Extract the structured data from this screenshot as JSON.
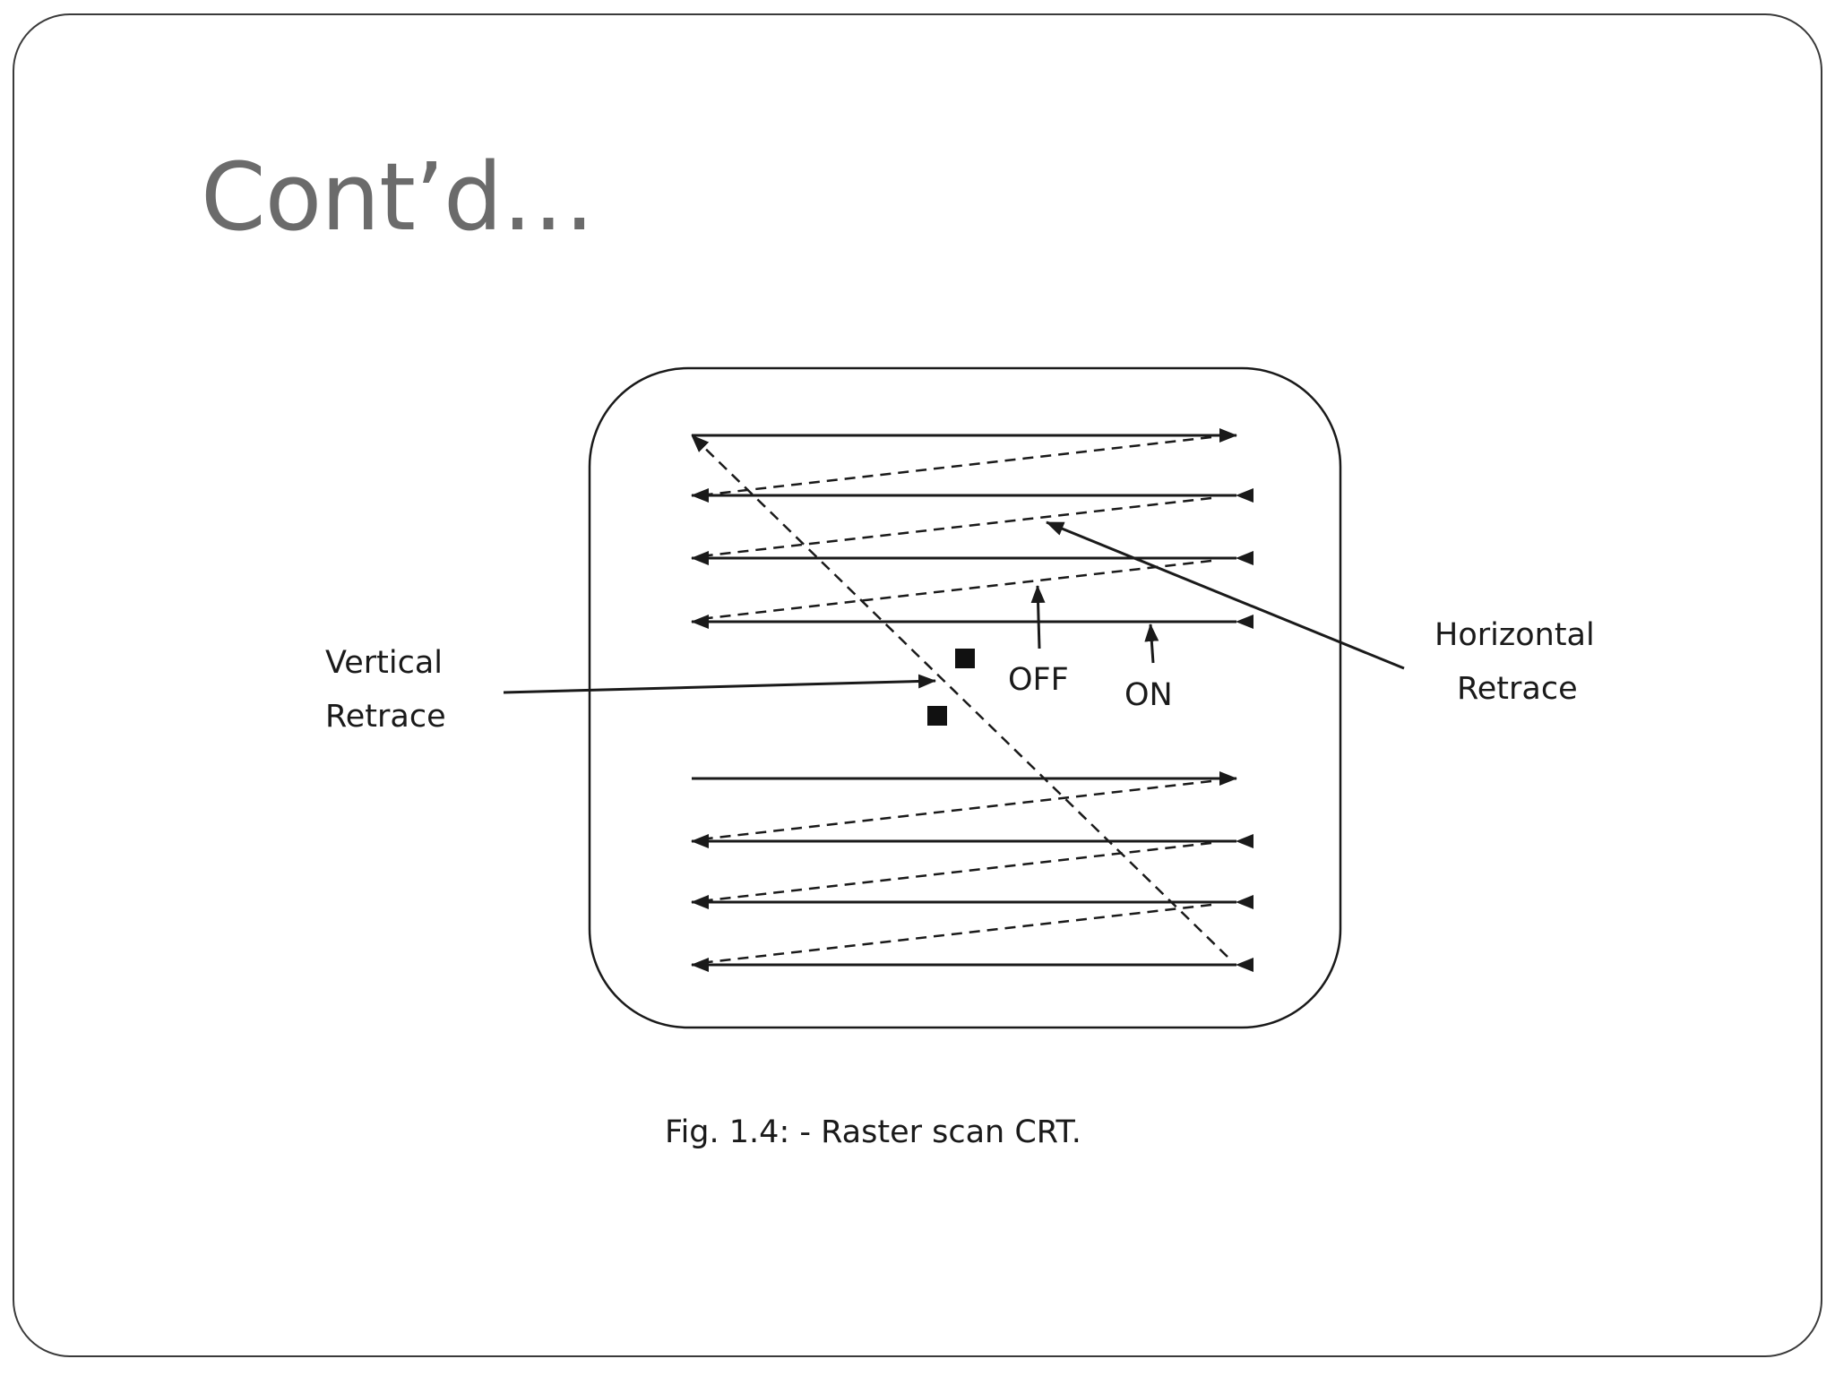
{
  "slide": {
    "title": "Cont’d…"
  },
  "figure": {
    "caption": "Fig. 1.4: - Raster scan CRT.",
    "labels": {
      "vertical_retrace_line1": "Vertical",
      "vertical_retrace_line2": "Retrace",
      "horizontal_retrace_line1": "Horizontal",
      "horizontal_retrace_line2": "Retrace",
      "off": "OFF",
      "on": "ON"
    },
    "colors": {
      "ink": "#1a1a1a",
      "title": "#6b6b6b",
      "slide_border": "#3a3a3a"
    }
  }
}
